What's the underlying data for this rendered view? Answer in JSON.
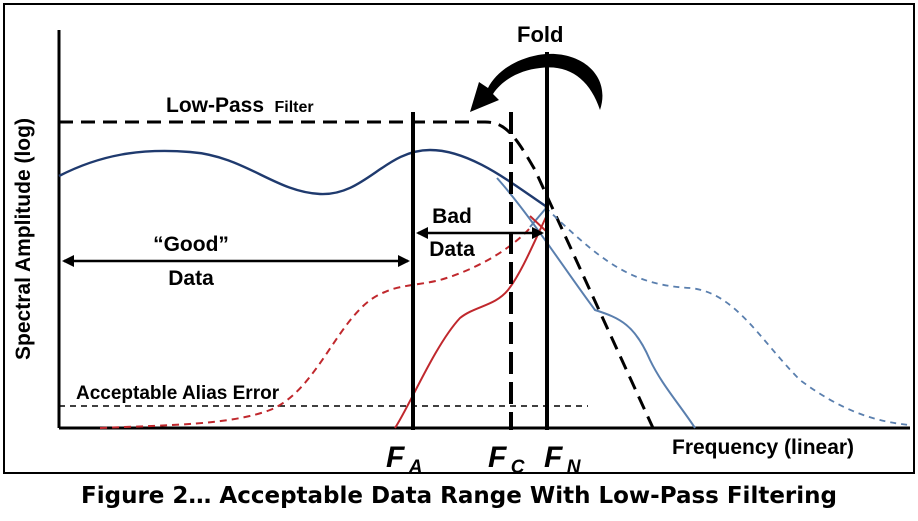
{
  "labels": {
    "fold": "Fold",
    "low_pass": "Low-Pass",
    "filter": "Filter",
    "good_line1": "“Good”",
    "good_line2": "Data",
    "bad_line1": "Bad",
    "bad_line2": "Data",
    "alias_error": "Acceptable Alias Error",
    "y_axis": "Spectral Amplitude (log)",
    "x_axis": "Frequency (linear)",
    "fa_main": "F",
    "fa_sub": "A",
    "fc_main": "F",
    "fc_sub": "C",
    "fn_main": "F",
    "fn_sub": "N"
  },
  "caption": "Figure 2… Acceptable Data Range With Low-Pass Filtering",
  "colors": {
    "signal": "#1f3a6e",
    "signal_light": "#5a7fae",
    "alias": "#c0282d",
    "black": "#000000"
  }
}
